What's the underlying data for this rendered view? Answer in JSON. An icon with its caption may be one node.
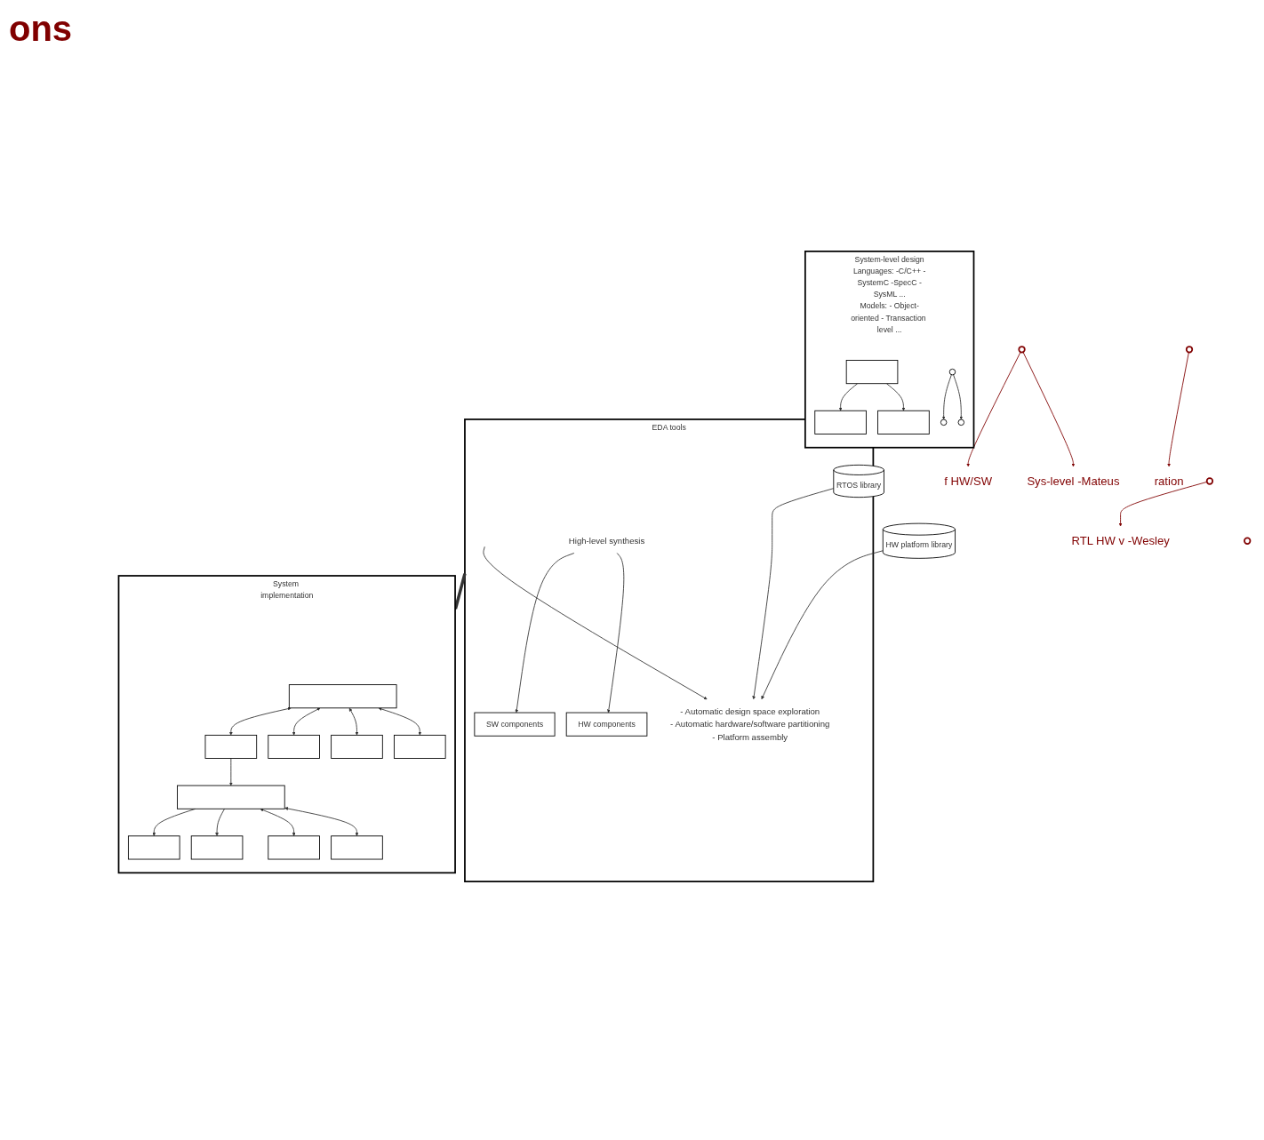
{
  "diagram": {
    "nodes": [
      {
        "text": [
          "System-level design",
          "Languages: -C/C++ -SystemC -SpecC -SysML ...",
          "Models: - Object-oriented - Transaction level ..."
        ]
      },
      {
        "text": [],
        "shape": "box",
        "in": 0
      },
      {
        "text": [],
        "shape": "box",
        "in": 0
      },
      {
        "text": [],
        "shape": "box",
        "in": 0
      },
      {
        "text": [],
        "shape": "circle",
        "in": 0
      },
      {
        "text": [],
        "shape": "circle",
        "in": 0
      },
      {
        "text": [],
        "shape": "circle",
        "in": 0
      },
      {
        "text": [
          "EDA tools"
        ]
      },
      {
        "text": [
          "High-level synthesis"
        ],
        "in": 7
      },
      {
        "text": [
          "SW components"
        ],
        "in": 7
      },
      {
        "text": [
          "HW components"
        ],
        "in": 7
      },
      {
        "text": [
          "- Automatic design space exploration",
          "- Automatic hardware/software partitioning",
          "- Platform assembly"
        ],
        "in": 7
      },
      {
        "text": [
          "RTOS library"
        ]
      },
      {
        "text": [
          "HW platform library"
        ]
      },
      {
        "text": [
          "System implementation"
        ]
      },
      {
        "text": [],
        "shape": "box",
        "in": 14
      },
      {
        "text": [],
        "shape": "box",
        "in": 14
      },
      {
        "text": [],
        "shape": "bar",
        "in": 14
      },
      {
        "text": [],
        "shape": "box",
        "in": 14
      },
      {
        "text": [],
        "shape": "box",
        "in": 14
      },
      {
        "text": [],
        "shape": "bar",
        "in": 14
      },
      {
        "text": [],
        "shape": "box",
        "in": 14
      },
      {
        "text": [],
        "shape": "box",
        "in": 14
      },
      {
        "text": [],
        "shape": "box",
        "in": 14
      },
      {
        "text": [],
        "shape": "box",
        "in": 14
      },
      {
        "text": [],
        "shape": "ellipse"
      },
      {
        "text": [],
        "shape": "ellipse"
      },
      {
        "text": [],
        "shape": "ellipse"
      },
      {
        "text": [],
        "shape": "ellipse"
      },
      {
        "text": [
          "f HW/SW"
        ]
      },
      {
        "text": [
          "Sys-level -Mateus"
        ]
      },
      {
        "text": [
          "ration"
        ]
      },
      {
        "text": [
          "RTL HW v -Wesley"
        ]
      }
    ],
    "edges": [
      {
        "from": 3,
        "to": 1,
        "arrow": "to"
      },
      {
        "from": 3,
        "to": 2,
        "arrow": "to"
      },
      {
        "from": 4,
        "to": 6,
        "arrow": "to"
      },
      {
        "from": 4,
        "to": 5,
        "arrow": "to"
      },
      {
        "from": 8,
        "to": 9,
        "arrow": "to"
      },
      {
        "from": 8,
        "to": 10,
        "arrow": "to"
      },
      {
        "from": null,
        "to": 11,
        "arrow": "to"
      },
      {
        "from": 12,
        "to": 11,
        "arrow": "to"
      },
      {
        "from": 13,
        "to": 11,
        "arrow": "to"
      },
      {
        "from": 7,
        "to": 14,
        "arrow": "to",
        "style": "thick"
      },
      {
        "from": 17,
        "to": 15,
        "arrow": "to"
      },
      {
        "from": 17,
        "to": 16,
        "arrow": "to"
      },
      {
        "from": 17,
        "to": 18,
        "arrow": "both"
      },
      {
        "from": 17,
        "to": 19,
        "arrow": "both"
      },
      {
        "from": 20,
        "to": 21,
        "arrow": "both"
      },
      {
        "from": 20,
        "to": 22,
        "arrow": "both"
      },
      {
        "from": 20,
        "to": 23,
        "arrow": "both"
      },
      {
        "from": 20,
        "to": 24,
        "arrow": "both"
      },
      {
        "from": 21,
        "to": 17,
        "arrow": "to"
      },
      {
        "from": 25,
        "to": 29,
        "arrow": "to",
        "color": "#800000"
      },
      {
        "from": 25,
        "to": 30,
        "arrow": "to",
        "color": "#800000"
      },
      {
        "from": 26,
        "to": 31,
        "arrow": "to",
        "color": "#800000"
      },
      {
        "from": 27,
        "to": 32,
        "arrow": "to",
        "color": "#800000"
      }
    ],
    "labels": [
      "ons"
    ]
  }
}
